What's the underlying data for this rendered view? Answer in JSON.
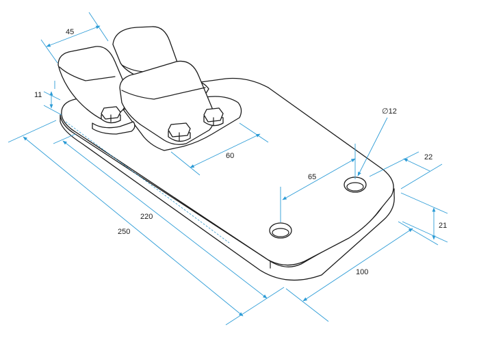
{
  "dimensions": {
    "d250": "250",
    "d220": "220",
    "d100": "100",
    "d65": "65",
    "d60": "60",
    "d45": "45",
    "d22": "22",
    "d21": "21",
    "d11": "11",
    "d12": "∅12"
  },
  "colors": {
    "dimension_line": "#2b9bd6",
    "outline": "#1a1a1a",
    "background": "#ffffff"
  }
}
